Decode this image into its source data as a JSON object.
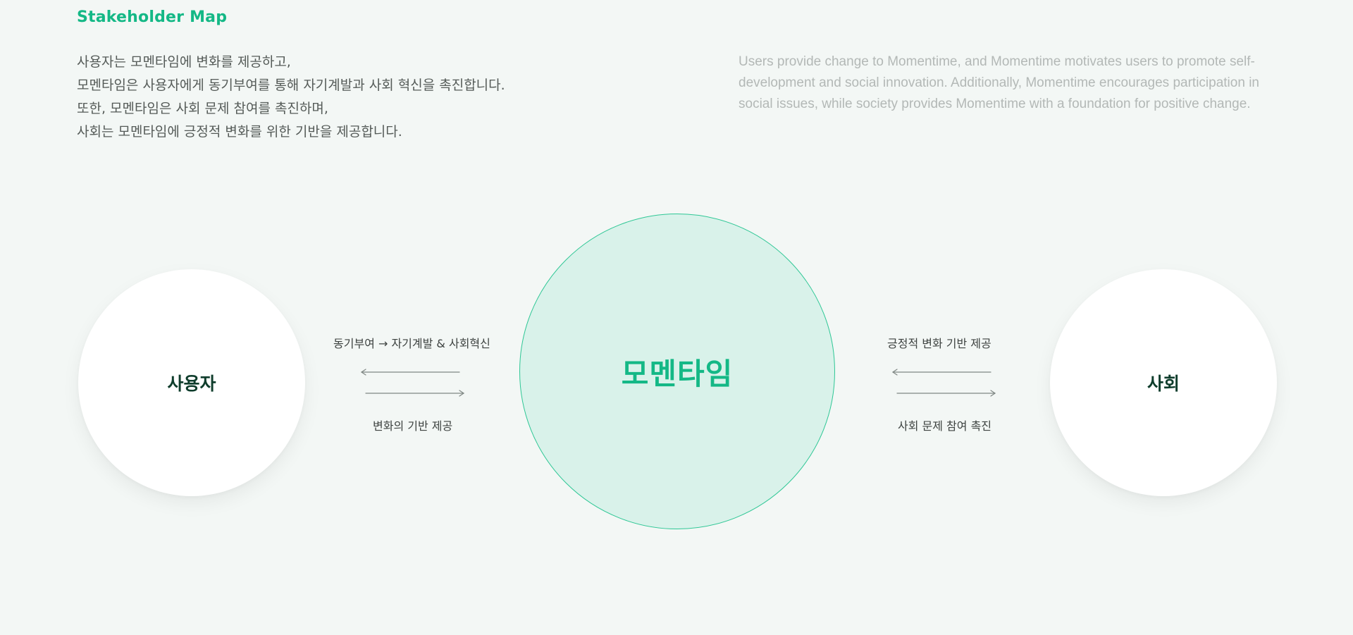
{
  "title": "Stakeholder Map",
  "description_ko": [
    "사용자는 모멘타임에 변화를 제공하고,",
    "모멘타임은 사용자에게 동기부여를 통해 자기계발과 사회 혁신을 촉진합니다.",
    "또한, 모멘타임은 사회 문제 참여를 촉진하며,",
    "사회는 모멘타임에 긍정적 변화를 위한 기반을 제공합니다."
  ],
  "description_en": "Users provide change to Momentime, and Momentime motivates users to promote self-development and social innovation. Additionally, Momentime encourages participation in social issues, while society provides Momentime with a foundation for positive change.",
  "nodes": {
    "user": "사용자",
    "center": "모멘타임",
    "society": "사회"
  },
  "edges": {
    "center_to_user": "동기부여 → 자기계발 & 사회혁신",
    "user_to_center": "변화의 기반 제공",
    "society_to_center": "긍정적 변화 기반 제공",
    "center_to_society": "사회 문제 참여 촉진"
  },
  "colors": {
    "accent": "#14b886",
    "center_fill": "#d9f2ea",
    "background": "#f3f7f5"
  }
}
